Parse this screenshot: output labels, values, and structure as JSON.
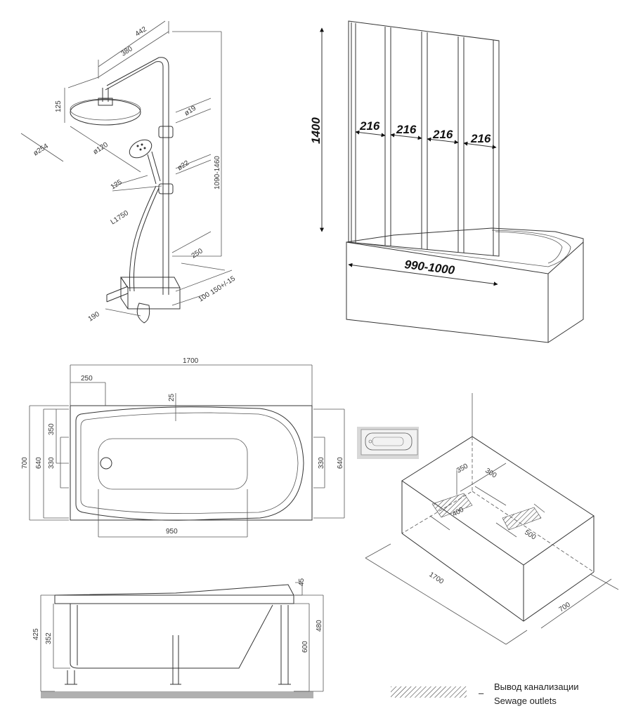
{
  "shower_system": {
    "dims": {
      "d442": "442",
      "d380": "380",
      "d125_top": "125",
      "d19": "ø19",
      "d254": "ø254",
      "d120": "ø120",
      "d22": "ø22",
      "d125_mid": "125",
      "height": "1090-1460",
      "hose": "L1750",
      "d250": "250",
      "d150": "150+/-15",
      "d100": "100",
      "d190": "190"
    }
  },
  "screen": {
    "height": "1400",
    "panels": [
      "216",
      "216",
      "216",
      "216"
    ],
    "width": "990-1000"
  },
  "plan_view": {
    "dims": {
      "length": "1700",
      "d250": "250",
      "d25": "25",
      "width": "700",
      "d640_left": "640",
      "d350": "350",
      "d330_left": "330",
      "d330_right": "330",
      "d640_right": "640",
      "d950": "950"
    }
  },
  "box_view": {
    "dims": {
      "d350": "350",
      "d300": "300",
      "d400": "400",
      "d500": "500",
      "length": "1700",
      "width": "700"
    }
  },
  "side_view": {
    "dims": {
      "d45": "45",
      "d425": "425",
      "d352": "352",
      "d600": "600",
      "d480": "480"
    }
  },
  "legend": {
    "ru": "Вывод канализации",
    "en": "Sewage outlets",
    "dash": "–"
  }
}
